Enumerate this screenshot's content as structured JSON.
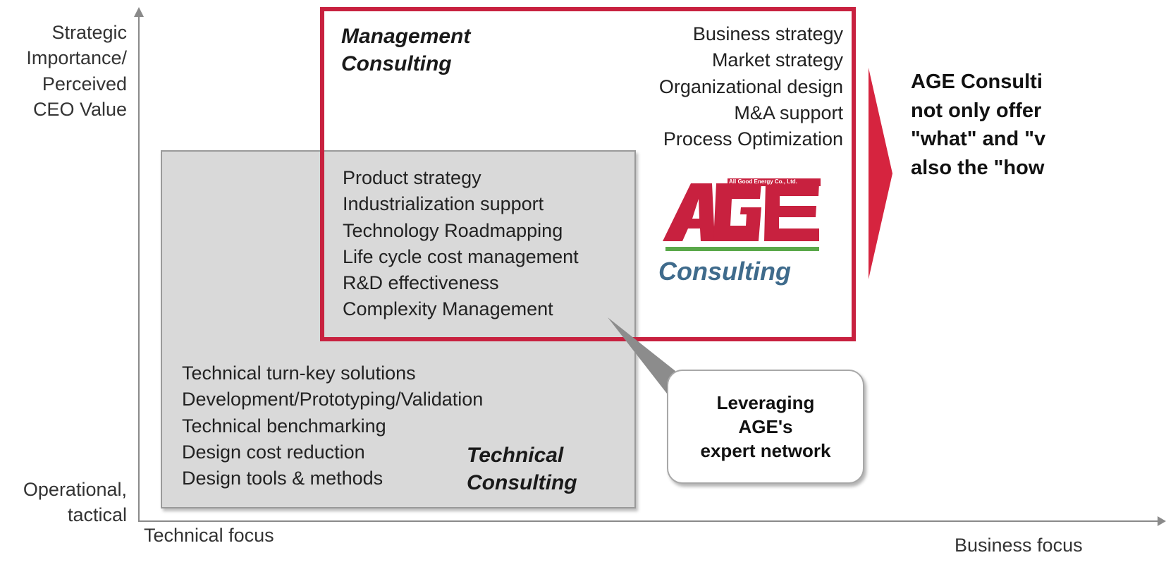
{
  "axes": {
    "y_top": [
      "Strategic",
      "Importance/",
      "Perceived",
      "CEO Value"
    ],
    "y_bottom": [
      "Operational,",
      "tactical"
    ],
    "x_left": "Technical focus",
    "x_right": "Business focus"
  },
  "management": {
    "title": [
      "Management",
      "Consulting"
    ],
    "items": [
      "Business strategy",
      "Market strategy",
      "Organizational design",
      "M&A support",
      "Process Optimization"
    ]
  },
  "overlap": {
    "items": [
      "Product strategy",
      "Industrialization support",
      "Technology Roadmapping",
      "Life cycle cost management",
      "R&D effectiveness",
      "Complexity Management"
    ]
  },
  "technical": {
    "title": [
      "Technical",
      "Consulting"
    ],
    "items": [
      "Technical turn-key solutions",
      "Development/Prototyping/Validation",
      "Technical benchmarking",
      "Design cost reduction",
      "Design tools & methods"
    ]
  },
  "callout": {
    "lines": [
      "Leveraging",
      "AGE's",
      "expert network"
    ]
  },
  "logo": {
    "small_text": "All Good Energy Co., Ltd.",
    "letters": "AGE",
    "word": "Consulting"
  },
  "side_text": [
    "AGE Consulti",
    "not only offer",
    "\"what\" and \"v",
    "also the \"how"
  ],
  "colors": {
    "accent_red": "#c8213f",
    "logo_blue": "#3f6b8c",
    "logo_green": "#5aa84a",
    "box_grey": "#d9d9d9"
  }
}
